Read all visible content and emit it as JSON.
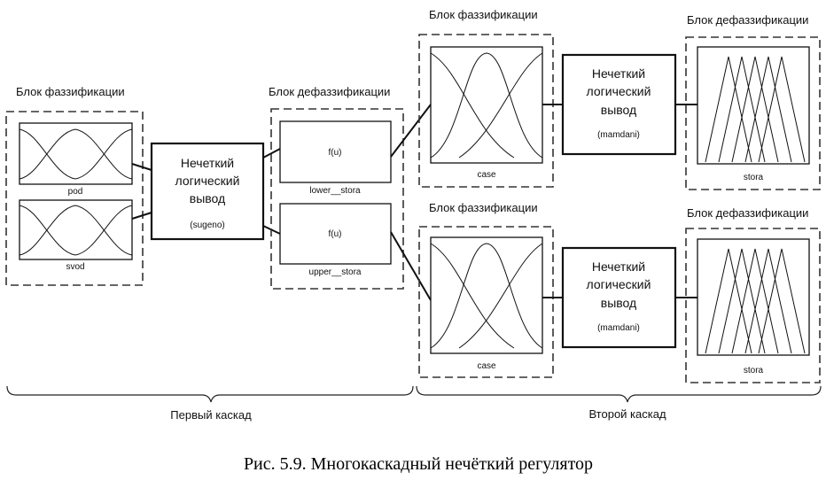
{
  "cascade1": {
    "fuzz_title": "Блок фаззификации",
    "input1": "pod",
    "input2": "svod",
    "inference": [
      "Нечеткий",
      "логический",
      "вывод"
    ],
    "inference_type": "(sugeno)",
    "defuzz_title": "Блок дефаззификации",
    "func1": "f(u)",
    "out1": "lower__stora",
    "func2": "f(u)",
    "out2": "upper__stora",
    "label": "Первый каскад"
  },
  "cascade2": {
    "top": {
      "fuzz_title": "Блок фаззификации",
      "input": "case",
      "inference": [
        "Нечеткий",
        "логический",
        "вывод"
      ],
      "inference_type": "(mamdani)",
      "defuzz_title": "Блок дефаззификации",
      "output": "stora"
    },
    "bottom": {
      "fuzz_title": "Блок фаззификации",
      "input": "case",
      "inference": [
        "Нечеткий",
        "логический",
        "вывод"
      ],
      "inference_type": "(mamdani)",
      "defuzz_title": "Блок дефаззификации",
      "output": "stora"
    },
    "label": "Второй каскад"
  },
  "caption": "Рис. 5.9. Многокаскадный нечёткий регулятор"
}
